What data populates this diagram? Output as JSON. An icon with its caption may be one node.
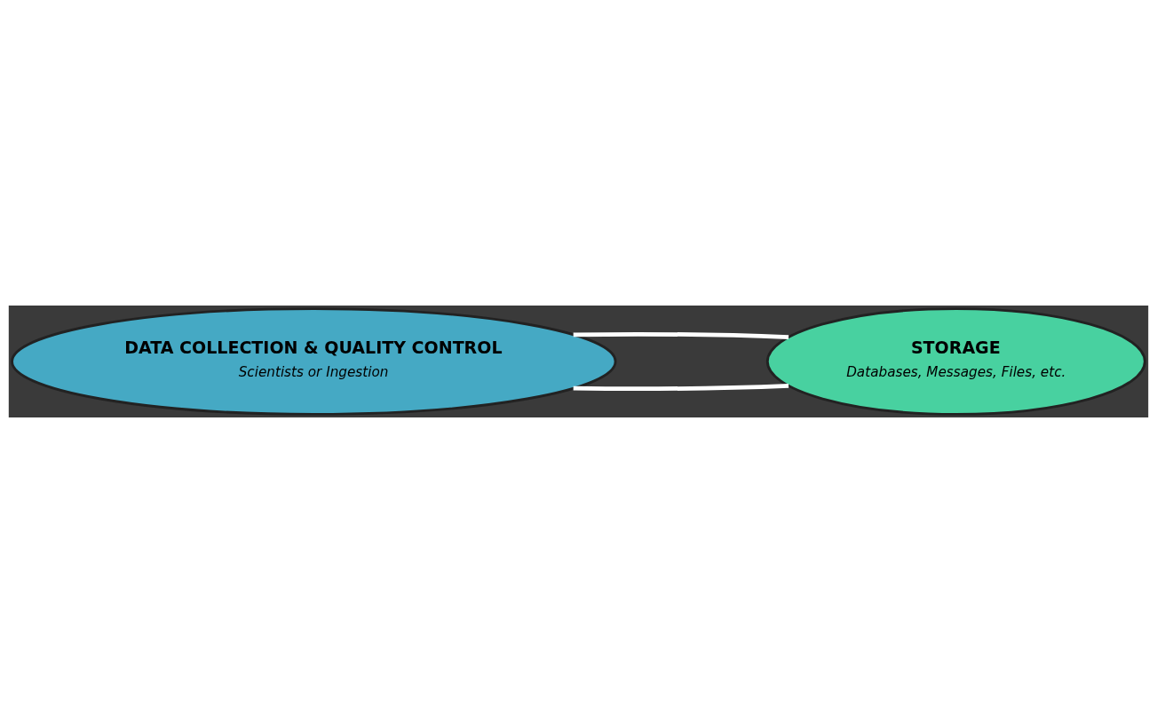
{
  "diagram": {
    "nodes": [
      {
        "text": [
          "DATA COLLECTION & QUALITY CONTROL",
          "Scientists or Ingestion"
        ]
      },
      {
        "text": [
          "STORAGE",
          "Databases, Messages, Files, etc."
        ]
      }
    ],
    "edges": [
      {
        "from": 0,
        "to": 1,
        "arrow": "none"
      },
      {
        "from": 1,
        "to": 0,
        "arrow": "none"
      }
    ]
  }
}
